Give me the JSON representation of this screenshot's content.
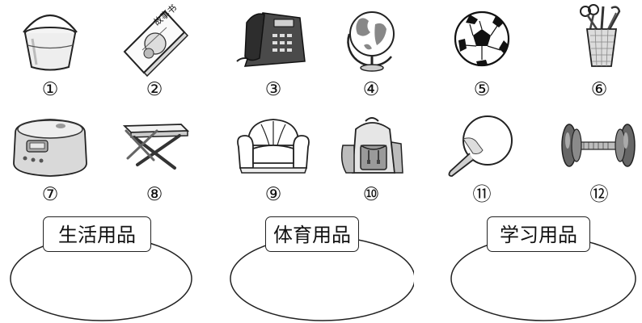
{
  "items": [
    {
      "number": "①",
      "icon": "bucket-icon"
    },
    {
      "number": "②",
      "icon": "storybook-icon"
    },
    {
      "number": "③",
      "icon": "telephone-icon"
    },
    {
      "number": "④",
      "icon": "globe-icon"
    },
    {
      "number": "⑤",
      "icon": "soccer-ball-icon"
    },
    {
      "number": "⑥",
      "icon": "pen-holder-icon"
    },
    {
      "number": "⑦",
      "icon": "rice-cooker-icon"
    },
    {
      "number": "⑧",
      "icon": "folding-stool-icon"
    },
    {
      "number": "⑨",
      "icon": "sofa-icon"
    },
    {
      "number": "⑩",
      "icon": "backpack-icon"
    },
    {
      "number": "⑪",
      "icon": "ping-pong-paddle-icon"
    },
    {
      "number": "⑫",
      "icon": "dumbbell-icon"
    }
  ],
  "book_cover_text": "故事书",
  "groups": [
    {
      "label": "生活用品"
    },
    {
      "label": "体育用品"
    },
    {
      "label": "学习用品"
    }
  ]
}
